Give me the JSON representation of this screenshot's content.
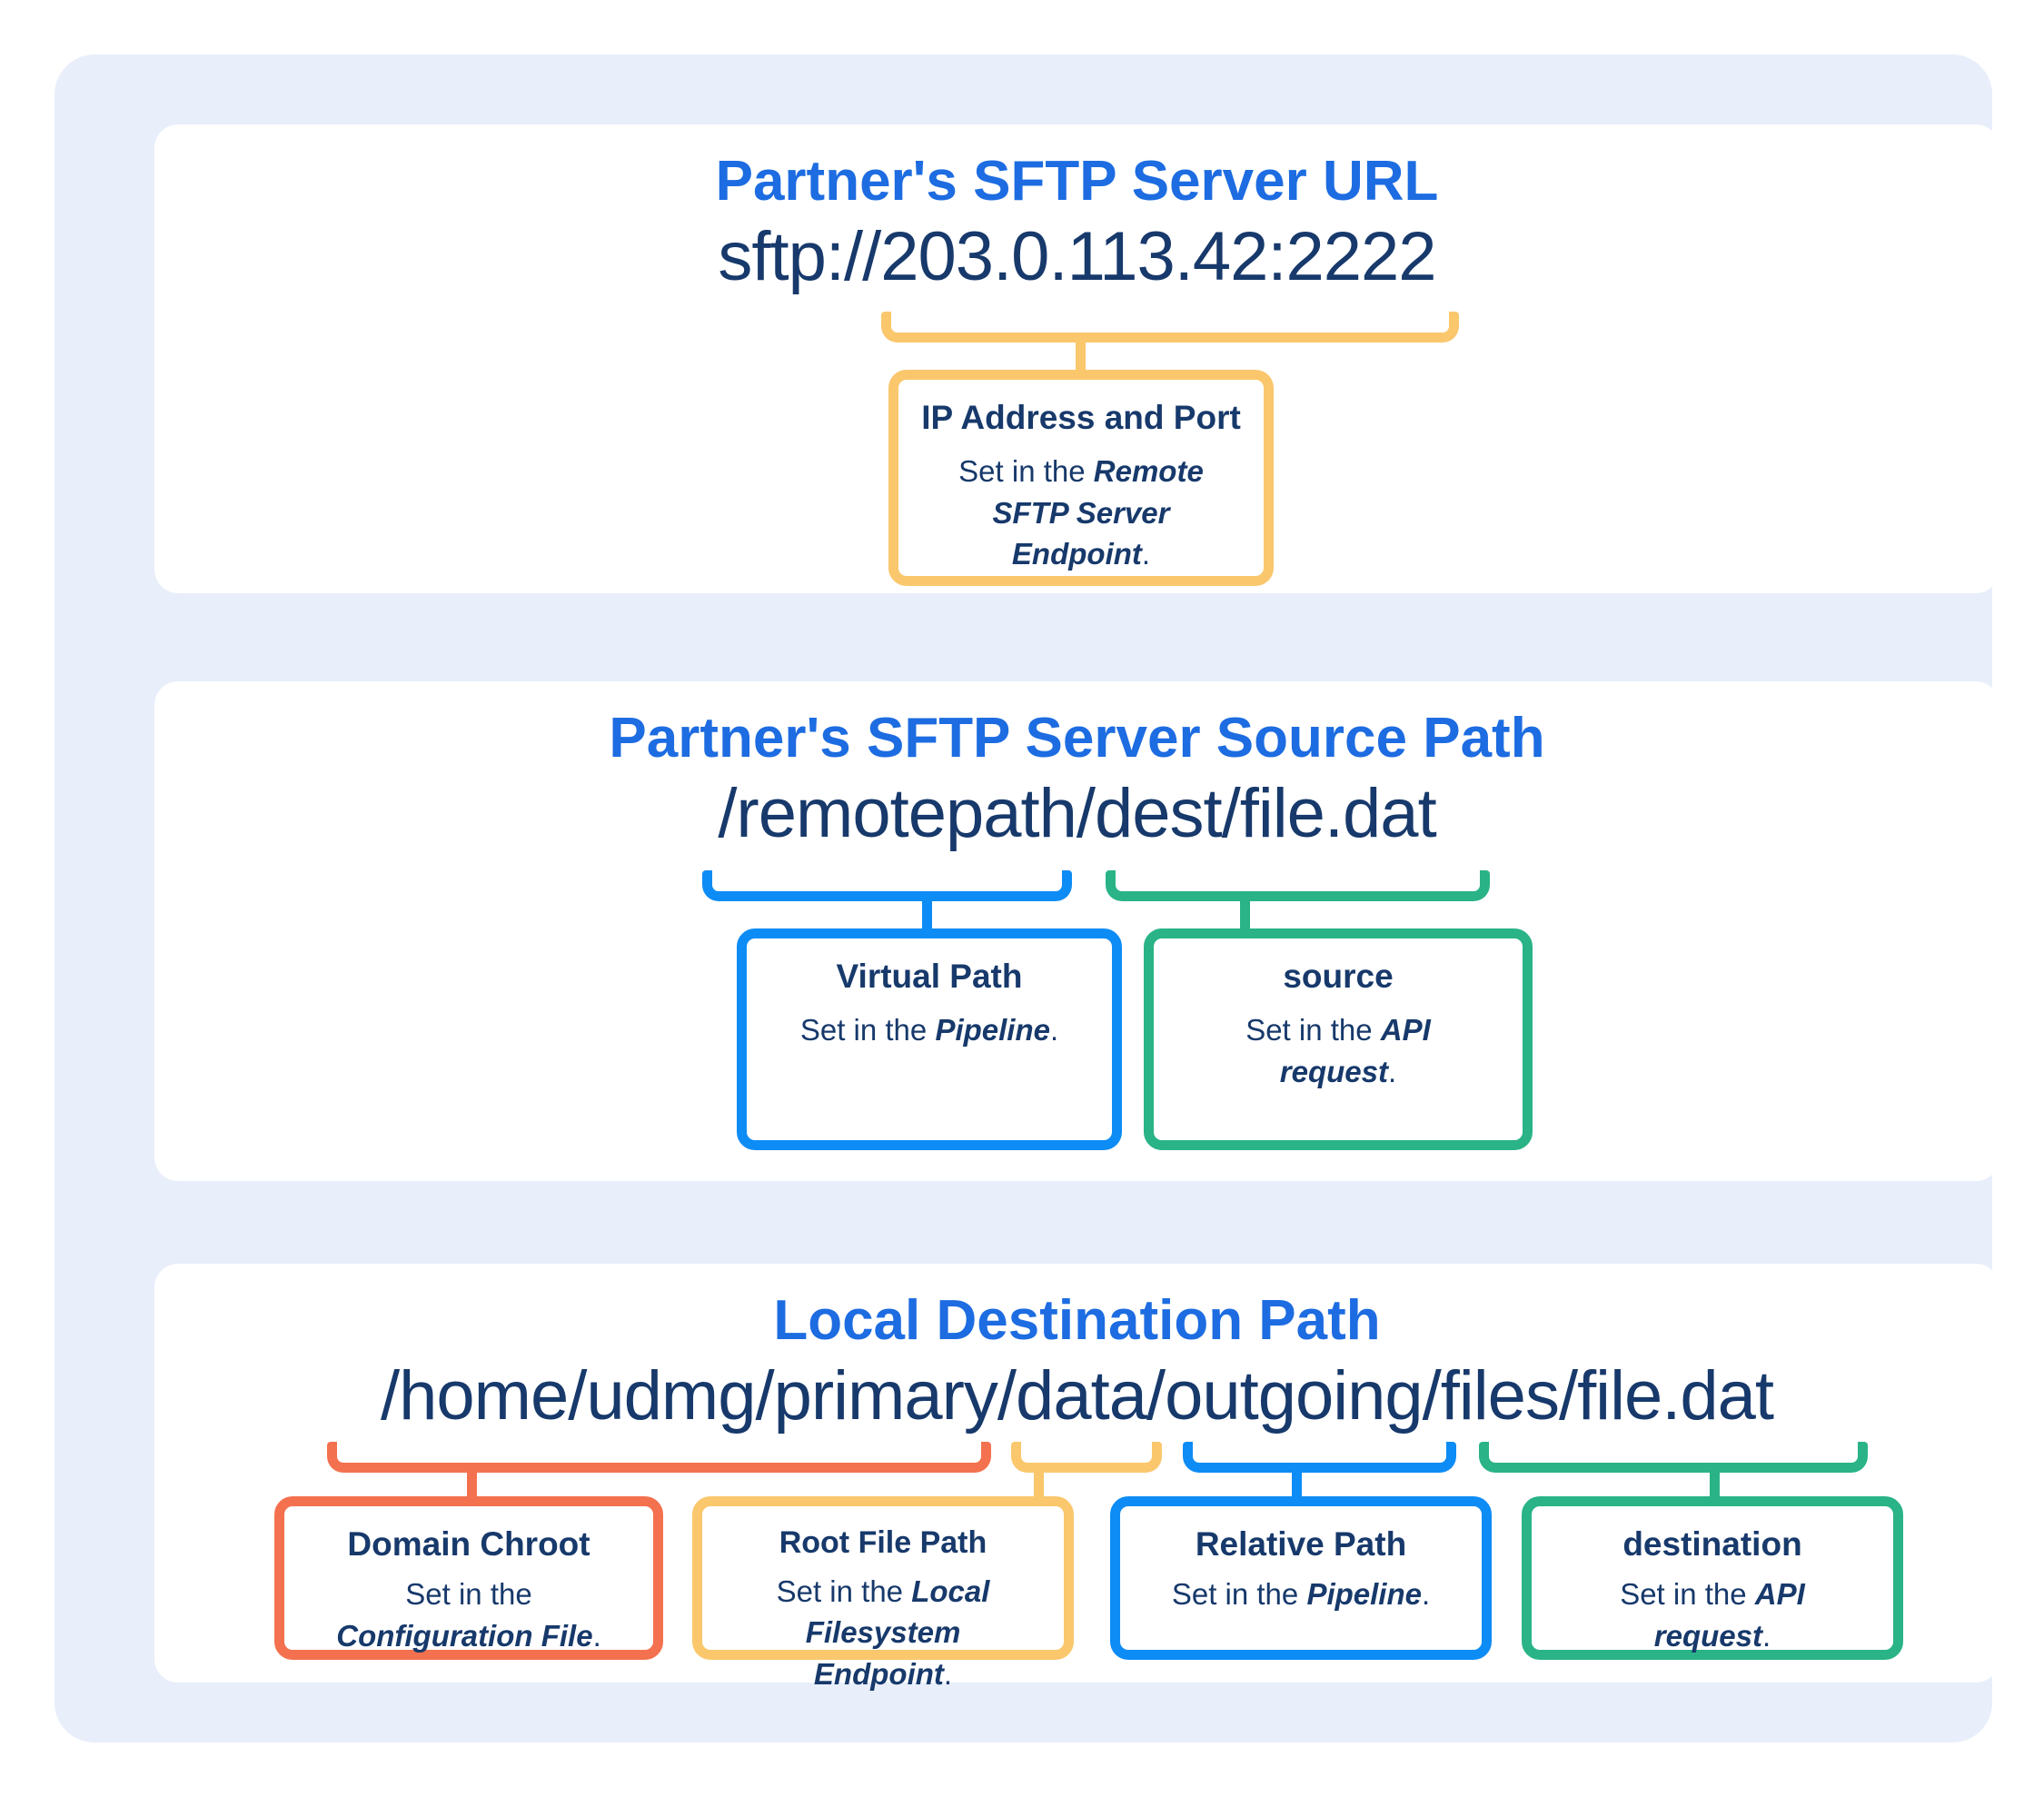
{
  "colors": {
    "heading_blue": "#1D6CE1",
    "navy_text": "#17396B",
    "panel_background": "#E8EEFA",
    "card_background": "#FFFFFF",
    "yellow_accent": "#FAC76D",
    "coral_accent": "#F4714F",
    "azure_accent": "#0E8CF5",
    "green_accent": "#2AB387"
  },
  "sections": [
    {
      "title": "Partner's SFTP Server URL",
      "value": "sftp://203.0.113.42:2222",
      "callouts": [
        {
          "label": "IP Address and Port",
          "body_prefix": "Set in the ",
          "body_emphasis": "Remote SFTP Server Endpoint",
          "body_suffix": ".",
          "accent": "#FAC76D"
        }
      ]
    },
    {
      "title": "Partner's SFTP Server Source Path",
      "value": "/remotepath/dest/file.dat",
      "callouts": [
        {
          "label": "Virtual Path",
          "body_prefix": "Set in the ",
          "body_emphasis": "Pipeline",
          "body_suffix": ".",
          "accent": "#0E8CF5"
        },
        {
          "label": "source",
          "body_prefix": "Set in the ",
          "body_emphasis": "API request",
          "body_suffix": ".",
          "accent": "#2AB387"
        }
      ]
    },
    {
      "title": "Local Destination Path",
      "value": "/home/udmg/primary/data/outgoing/files/file.dat",
      "callouts": [
        {
          "label": "Domain Chroot",
          "body_prefix": "Set in the ",
          "body_emphasis": "Configuration File",
          "body_suffix": ".",
          "accent": "#F4714F"
        },
        {
          "label": "Root File Path",
          "body_prefix": "Set in the ",
          "body_emphasis": "Local Filesystem Endpoint",
          "body_suffix": ".",
          "accent": "#FAC76D"
        },
        {
          "label": "Relative Path",
          "body_prefix": "Set in the ",
          "body_emphasis": "Pipeline",
          "body_suffix": ".",
          "accent": "#0E8CF5"
        },
        {
          "label": "destination",
          "body_prefix": "Set in the ",
          "body_emphasis": "API request",
          "body_suffix": ".",
          "accent": "#2AB387"
        }
      ]
    }
  ]
}
